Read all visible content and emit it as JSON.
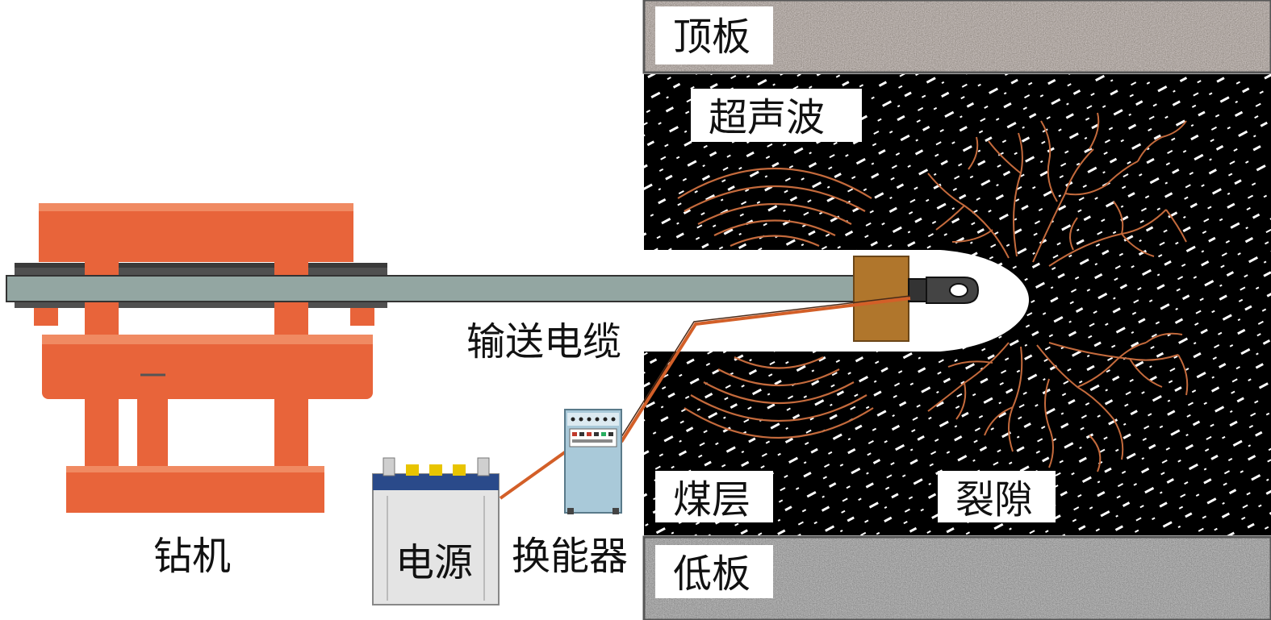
{
  "labels": {
    "roof": "顶板",
    "ultrasonic": "超声波",
    "coal_seam": "煤层",
    "fissure": "裂隙",
    "floor": "低板",
    "cable": "输送电缆",
    "drill": "钻机",
    "power": "电源",
    "transducer": "换能器"
  },
  "colors": {
    "drill_orange": "#e8643a",
    "rod_gray": "#93a6a2",
    "rod_dark": "#505050",
    "cable_orange": "#d35f28",
    "crack_brown": "#c46a3c",
    "probe_brown": "#b0762c",
    "coal_black": "#000000",
    "rock_gray": "#a8a8a8",
    "transducer_blue": "#a9c9d9",
    "battery_blue": "#2a4a8a"
  }
}
